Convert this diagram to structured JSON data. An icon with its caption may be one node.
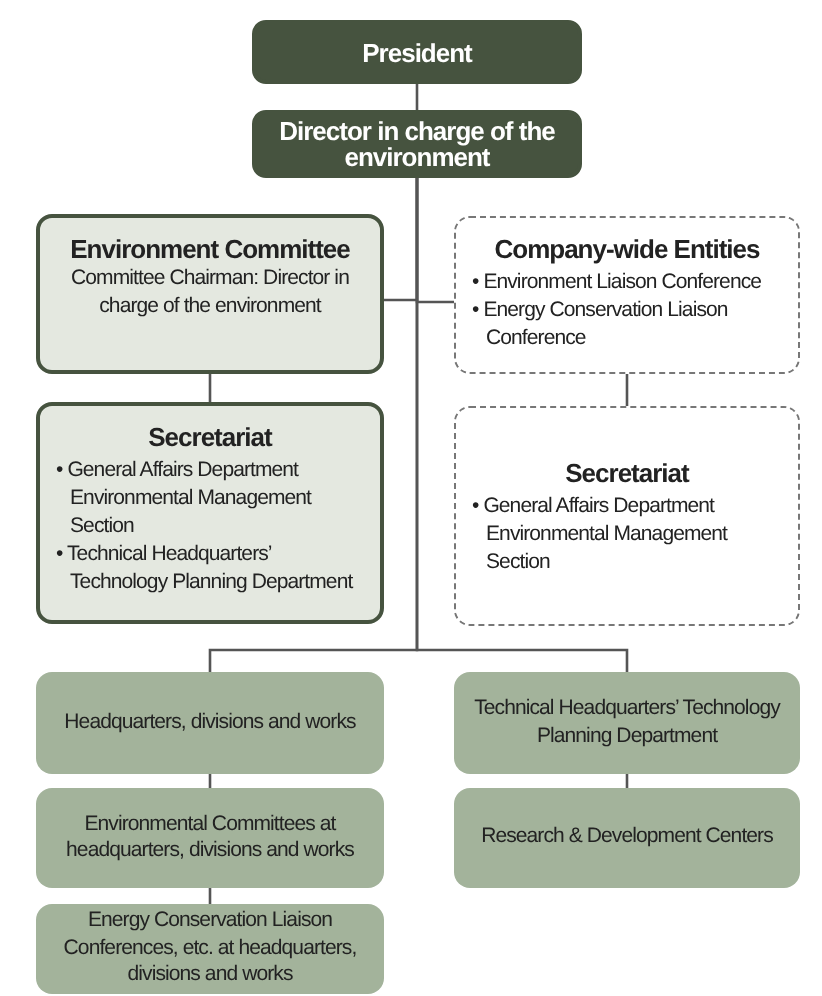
{
  "diagram": {
    "nodes": [
      {
        "text": [
          "President"
        ]
      },
      {
        "text": [
          "Director in charge of the environment"
        ]
      },
      {
        "text": [
          "Environment Committee",
          "Committee Chairman: Director in charge of the environment"
        ]
      },
      {
        "text": [
          "Company-wide Entities",
          "• Environment Liaison Conference",
          "• Energy Conservation Liaison Conference"
        ]
      },
      {
        "text": [
          "Secretariat",
          "• General Affairs Department Environmental Management Section",
          "• Technical Headquarters’ Technology Planning Department"
        ]
      },
      {
        "text": [
          "Secretariat",
          "• General Affairs Department Environmental Management Section"
        ]
      },
      {
        "text": [
          "Headquarters, divisions and works"
        ]
      },
      {
        "text": [
          "Technical Headquarters’ Technology Planning Department"
        ]
      },
      {
        "text": [
          "Environmental Committees at headquarters, divisions and works"
        ]
      },
      {
        "text": [
          "Research & Development Centers"
        ]
      },
      {
        "text": [
          "Energy Conservation Liaison Conferences, etc. at headquarters, divisions and works"
        ]
      }
    ],
    "edges": [
      {
        "from": 0,
        "to": 1,
        "arrow": "none"
      },
      {
        "from": 1,
        "to": 2,
        "arrow": "none"
      },
      {
        "from": 1,
        "to": 3,
        "arrow": "none"
      },
      {
        "from": 2,
        "to": 4,
        "arrow": "none"
      },
      {
        "from": 3,
        "to": 5,
        "arrow": "none"
      },
      {
        "from": 1,
        "to": 6,
        "arrow": "none"
      },
      {
        "from": 1,
        "to": 7,
        "arrow": "none"
      },
      {
        "from": 6,
        "to": 8,
        "arrow": "none"
      },
      {
        "from": 8,
        "to": 10,
        "arrow": "none"
      },
      {
        "from": 7,
        "to": 9,
        "arrow": "none"
      }
    ]
  }
}
